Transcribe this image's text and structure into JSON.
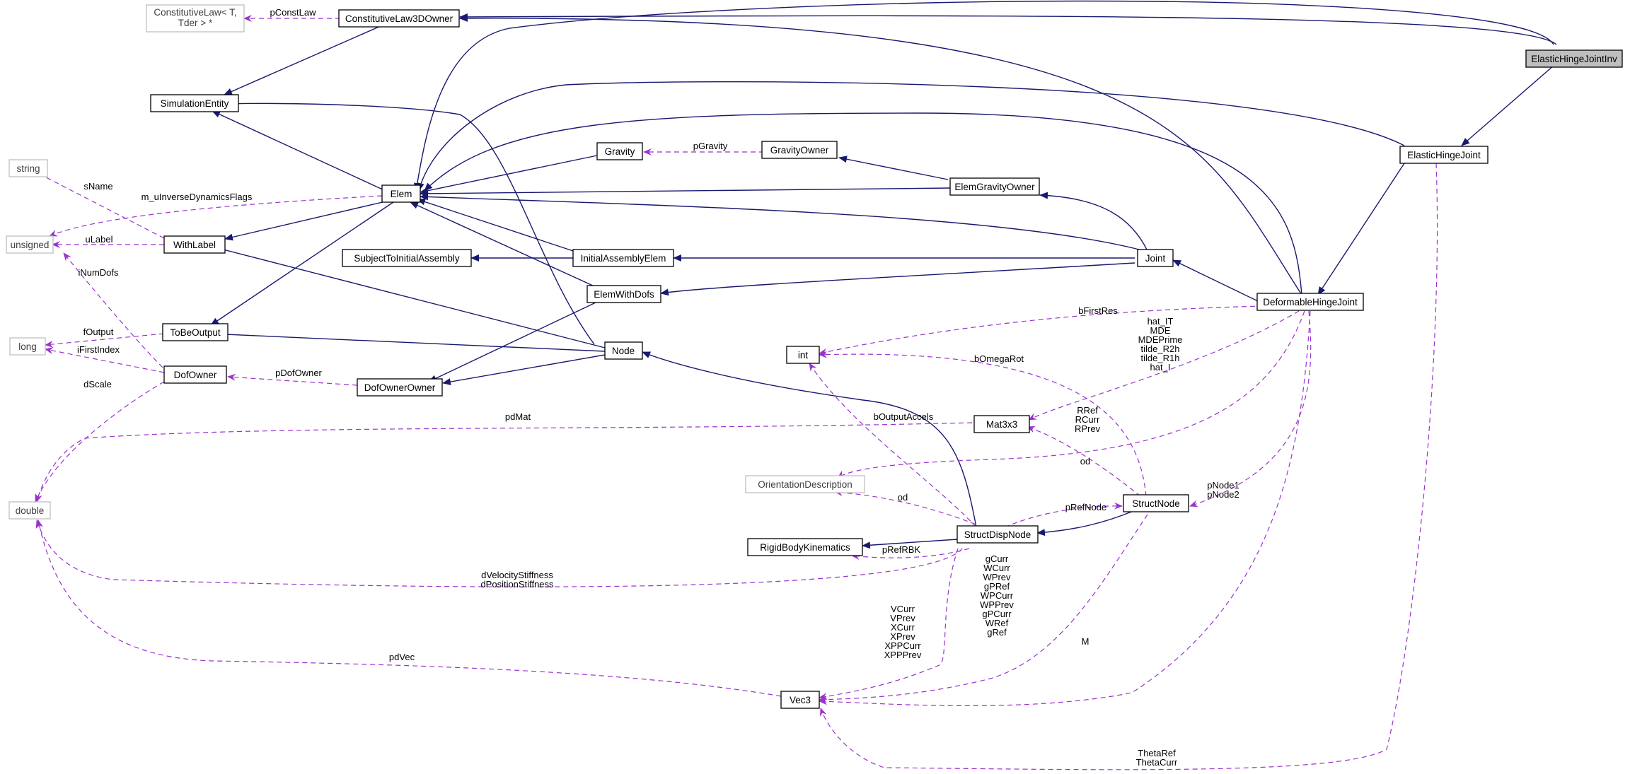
{
  "colors": {
    "inheritance": "#191970",
    "usage": "#9a32cd",
    "root_fill": "#bfbfbf",
    "external_border": "#bfbfbf"
  },
  "nodes": {
    "ElasticHingeJointInv": "ElasticHingeJointInv",
    "ElasticHingeJoint": "ElasticHingeJoint",
    "DeformableHingeJoint": "DeformableHingeJoint",
    "Joint": "Joint",
    "Elem": "Elem",
    "SimulationEntity": "SimulationEntity",
    "ConstitutiveLaw3DOwner": "ConstitutiveLaw3DOwner",
    "ConstitutiveLawT_1": "ConstitutiveLaw< T,",
    "ConstitutiveLawT_2": "Tder > *",
    "WithLabel": "WithLabel",
    "ToBeOutput": "ToBeOutput",
    "Gravity": "Gravity",
    "GravityOwner": "GravityOwner",
    "ElemGravityOwner": "ElemGravityOwner",
    "InitialAssemblyElem": "InitialAssemblyElem",
    "SubjectToInitialAssembly": "SubjectToInitialAssembly",
    "ElemWithDofs": "ElemWithDofs",
    "DofOwnerOwner": "DofOwnerOwner",
    "DofOwner": "DofOwner",
    "Node": "Node",
    "StructNode": "StructNode",
    "StructDispNode": "StructDispNode",
    "RigidBodyKinematics": "RigidBodyKinematics",
    "OrientationDescription": "OrientationDescription",
    "Mat3x3": "Mat3x3",
    "Vec3": "Vec3",
    "int": "int",
    "string": "string",
    "unsigned": "unsigned",
    "long": "long",
    "double": "double"
  },
  "edge_labels": {
    "pConstLaw": "pConstLaw",
    "pGravity": "pGravity",
    "sName": "sName",
    "m_uInverseDynamicsFlags": "m_uInverseDynamicsFlags",
    "uLabel": "uLabel",
    "iNumDofs": "iNumDofs",
    "fOutput": "fOutput",
    "iFirstIndex": "iFirstIndex",
    "pDofOwner": "pDofOwner",
    "dScale": "dScale",
    "bFirstRes": "bFirstRes",
    "bOmegaRot": "bOmegaRot",
    "hat_IT": "hat_IT",
    "MDE": "MDE",
    "MDEPrime": "MDEPrime",
    "tilde_R2h": "tilde_R2h",
    "tilde_R1h": "tilde_R1h",
    "hat_I": "hat_I",
    "pdMat": "pdMat",
    "bOutputAccels": "bOutputAccels",
    "RRef": "RRef",
    "RCurr": "RCurr",
    "RPrev": "RPrev",
    "od_1": "od",
    "od_2": "od",
    "pRefNode": "pRefNode",
    "pNode1": "pNode1",
    "pNode2": "pNode2",
    "pRefRBK": "pRefRBK",
    "dVelocityStiffness": "dVelocityStiffness",
    "dPositionStiffness": "dPositionStiffness",
    "gCurr": "gCurr",
    "WCurr": "WCurr",
    "WPrev": "WPrev",
    "gPRef": "gPRef",
    "WPCurr": "WPCurr",
    "WPPrev": "WPPrev",
    "gPCurr": "gPCurr",
    "WRef": "WRef",
    "gRef": "gRef",
    "VCurr": "VCurr",
    "VPrev": "VPrev",
    "XCurr": "XCurr",
    "XPrev": "XPrev",
    "XPPCurr": "XPPCurr",
    "XPPPrev": "XPPPrev",
    "pdVec": "pdVec",
    "M": "M",
    "ThetaRef": "ThetaRef",
    "ThetaCurr": "ThetaCurr"
  }
}
